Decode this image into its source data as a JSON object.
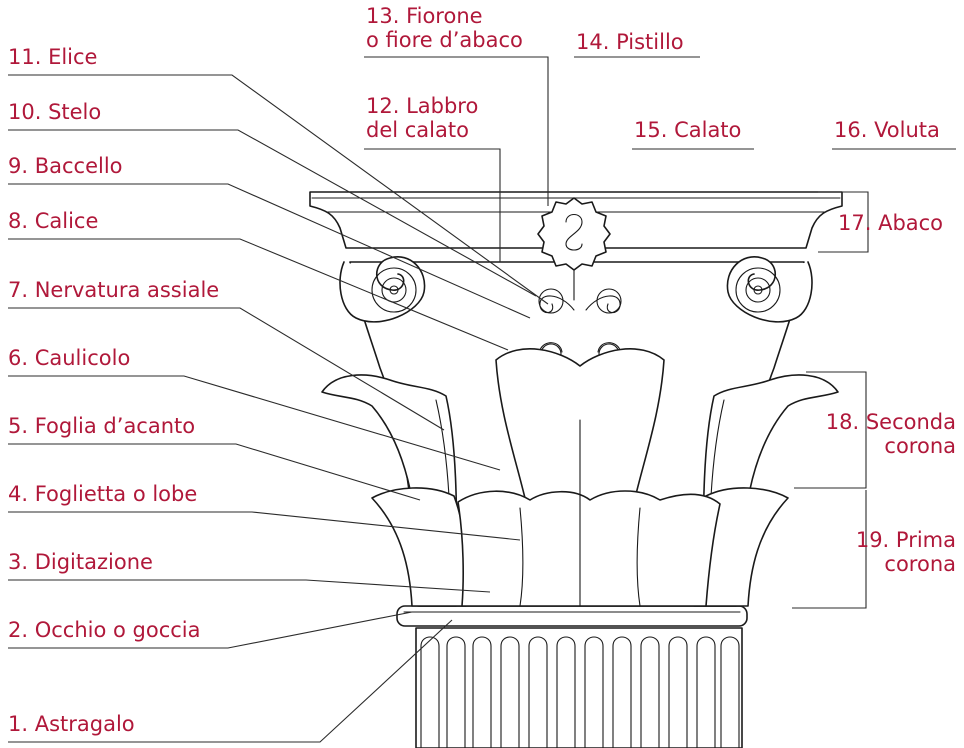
{
  "diagram": {
    "accent_color": "#b0183a",
    "labels": {
      "astragalo": "1. Astragalo",
      "occhio": "2. Occhio o goccia",
      "digitazione": "3. Digitazione",
      "foglietta": "4. Foglietta o lobe",
      "foglia": "5. Foglia d’acanto",
      "caulicolo": "6. Caulicolo",
      "nervatura": "7. Nervatura assiale",
      "calice": "8. Calice",
      "baccello": "9. Baccello",
      "stelo": "10. Stelo",
      "elice": "11. Elice",
      "labbro_1": "12. Labbro",
      "labbro_2": "del calato",
      "fiorone_1": "13. Fiorone",
      "fiorone_2": "o fiore d’abaco",
      "pistillo": "14. Pistillo",
      "calato": "15. Calato",
      "voluta": "16. Voluta",
      "abaco": "17. Abaco",
      "seconda_1": "18. Seconda",
      "seconda_2": "corona",
      "prima_1": "19. Prima",
      "prima_2": "corona"
    }
  }
}
